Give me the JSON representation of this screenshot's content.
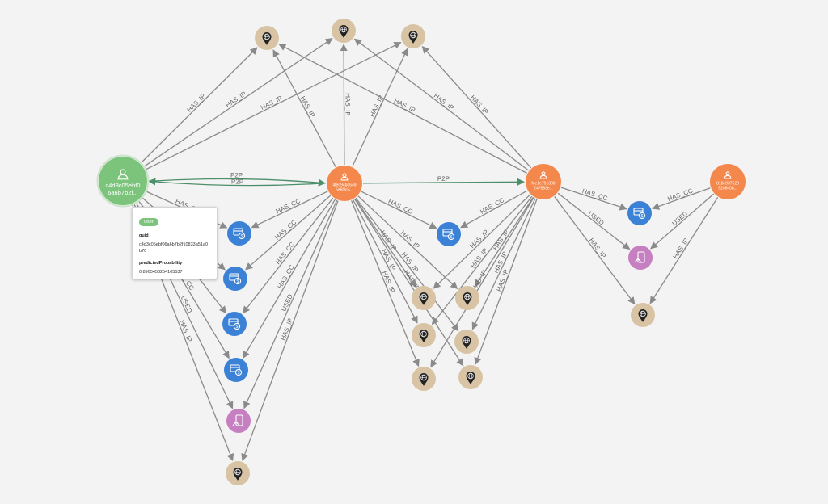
{
  "colors": {
    "user": "#7cc47c",
    "account": "#f4874b",
    "credit_card": "#3b82d6",
    "device": "#c67fc0",
    "ip": "#d8c4a4",
    "edge": "#8a8a8a",
    "edge_highlight": "#4c8f6b"
  },
  "icons": {
    "user": "person-icon",
    "account": "person-icon",
    "credit_card": "credit-card-icon",
    "device": "phone-icon",
    "ip": "globe-pin-icon"
  },
  "nodes": [
    {
      "id": "user1",
      "type": "user",
      "label1": "c4d3c05ebf0",
      "label2": "6a6b7b2f...",
      "selected": true
    },
    {
      "id": "acct1",
      "type": "account",
      "label1": "4fed94bd649",
      "label2": "5e6f3c4..."
    },
    {
      "id": "acct2",
      "type": "account",
      "label1": "fee1e791330",
      "label2": "247583e..."
    },
    {
      "id": "acct3",
      "type": "account",
      "label1": "818e037528",
      "label2": "92e840d..."
    },
    {
      "id": "cc1",
      "type": "credit_card"
    },
    {
      "id": "cc2",
      "type": "credit_card"
    },
    {
      "id": "cc3",
      "type": "credit_card"
    },
    {
      "id": "cc4",
      "type": "credit_card"
    },
    {
      "id": "cc5",
      "type": "credit_card"
    },
    {
      "id": "cc6",
      "type": "credit_card"
    },
    {
      "id": "dev1",
      "type": "device"
    },
    {
      "id": "dev2",
      "type": "device"
    },
    {
      "id": "ipA",
      "type": "ip"
    },
    {
      "id": "ipB",
      "type": "ip"
    },
    {
      "id": "ipC",
      "type": "ip"
    },
    {
      "id": "ip1",
      "type": "ip"
    },
    {
      "id": "ip2",
      "type": "ip"
    },
    {
      "id": "ip3",
      "type": "ip"
    },
    {
      "id": "ip4",
      "type": "ip"
    },
    {
      "id": "ip5",
      "type": "ip"
    },
    {
      "id": "ip6",
      "type": "ip"
    },
    {
      "id": "ip7",
      "type": "ip"
    },
    {
      "id": "ip8",
      "type": "ip"
    }
  ],
  "edges": [
    {
      "from": "user1",
      "to": "ipA",
      "label": "HAS_IP"
    },
    {
      "from": "user1",
      "to": "ipB",
      "label": "HAS_IP"
    },
    {
      "from": "user1",
      "to": "ipC",
      "label": "HAS_IP"
    },
    {
      "from": "user1",
      "to": "acct1",
      "label": "P2P",
      "highlight": true,
      "curve": -1
    },
    {
      "from": "acct1",
      "to": "user1",
      "label": "P2P",
      "highlight": true,
      "curve": -1
    },
    {
      "from": "user1",
      "to": "cc1",
      "label": "HAS_CC"
    },
    {
      "from": "user1",
      "to": "cc2",
      "label": "HAS_CC"
    },
    {
      "from": "user1",
      "to": "cc3",
      "label": "HAS_CC"
    },
    {
      "from": "user1",
      "to": "cc4",
      "label": "HAS_CC"
    },
    {
      "from": "user1",
      "to": "dev1",
      "label": "USED"
    },
    {
      "from": "user1",
      "to": "ip8",
      "label": "HAS_IP"
    },
    {
      "from": "acct1",
      "to": "ipA",
      "label": "HAS_IP"
    },
    {
      "from": "acct1",
      "to": "ipB",
      "label": "HAS_IP"
    },
    {
      "from": "acct1",
      "to": "ipC",
      "label": "HAS_IP"
    },
    {
      "from": "acct1",
      "to": "cc1",
      "label": "HAS_CC"
    },
    {
      "from": "acct1",
      "to": "cc2",
      "label": "HAS_CC"
    },
    {
      "from": "acct1",
      "to": "cc3",
      "label": "HAS_CC"
    },
    {
      "from": "acct1",
      "to": "cc4",
      "label": "HAS_CC"
    },
    {
      "from": "acct1",
      "to": "dev1",
      "label": "USED"
    },
    {
      "from": "acct1",
      "to": "ip8",
      "label": "HAS_IP"
    },
    {
      "from": "acct1",
      "to": "cc5",
      "label": "HAS_CC"
    },
    {
      "from": "acct1",
      "to": "acct2",
      "label": "P2P",
      "highlight": true
    },
    {
      "from": "acct1",
      "to": "ip1",
      "label": "HAS_IP"
    },
    {
      "from": "acct1",
      "to": "ip2",
      "label": "HAS_IP"
    },
    {
      "from": "acct1",
      "to": "ip3",
      "label": "HAS_IP"
    },
    {
      "from": "acct1",
      "to": "ip4",
      "label": "HAS_IP"
    },
    {
      "from": "acct1",
      "to": "ip5",
      "label": "HAS_IP"
    },
    {
      "from": "acct1",
      "to": "ip6",
      "label": "HAS_IP"
    },
    {
      "from": "acct2",
      "to": "ipA",
      "label": "HAS_IP"
    },
    {
      "from": "acct2",
      "to": "ipB",
      "label": "HAS_IP"
    },
    {
      "from": "acct2",
      "to": "ipC",
      "label": "HAS_IP"
    },
    {
      "from": "acct2",
      "to": "cc5",
      "label": "HAS_CC"
    },
    {
      "from": "acct2",
      "to": "ip1",
      "label": "HAS_IP"
    },
    {
      "from": "acct2",
      "to": "ip2",
      "label": "HAS_IP"
    },
    {
      "from": "acct2",
      "to": "ip3",
      "label": "HAS_IP"
    },
    {
      "from": "acct2",
      "to": "ip4",
      "label": "HAS_IP"
    },
    {
      "from": "acct2",
      "to": "ip5",
      "label": "HAS_IP"
    },
    {
      "from": "acct2",
      "to": "ip6",
      "label": "HAS_IP"
    },
    {
      "from": "acct2",
      "to": "cc6",
      "label": "HAS_CC"
    },
    {
      "from": "acct2",
      "to": "dev2",
      "label": "USED"
    },
    {
      "from": "acct2",
      "to": "ip7",
      "label": "HAS_IP"
    },
    {
      "from": "acct3",
      "to": "cc6",
      "label": "HAS_CC"
    },
    {
      "from": "acct3",
      "to": "dev2",
      "label": "USED"
    },
    {
      "from": "acct3",
      "to": "ip7",
      "label": "HAS_IP"
    }
  ],
  "tooltip": {
    "badge": "User",
    "props": [
      {
        "key": "guid",
        "value": "c4d3c05ebf06a6b7b2f10833a51a0b70"
      },
      {
        "key": "predictedProbability",
        "value": "0.8965458254105537"
      }
    ]
  }
}
